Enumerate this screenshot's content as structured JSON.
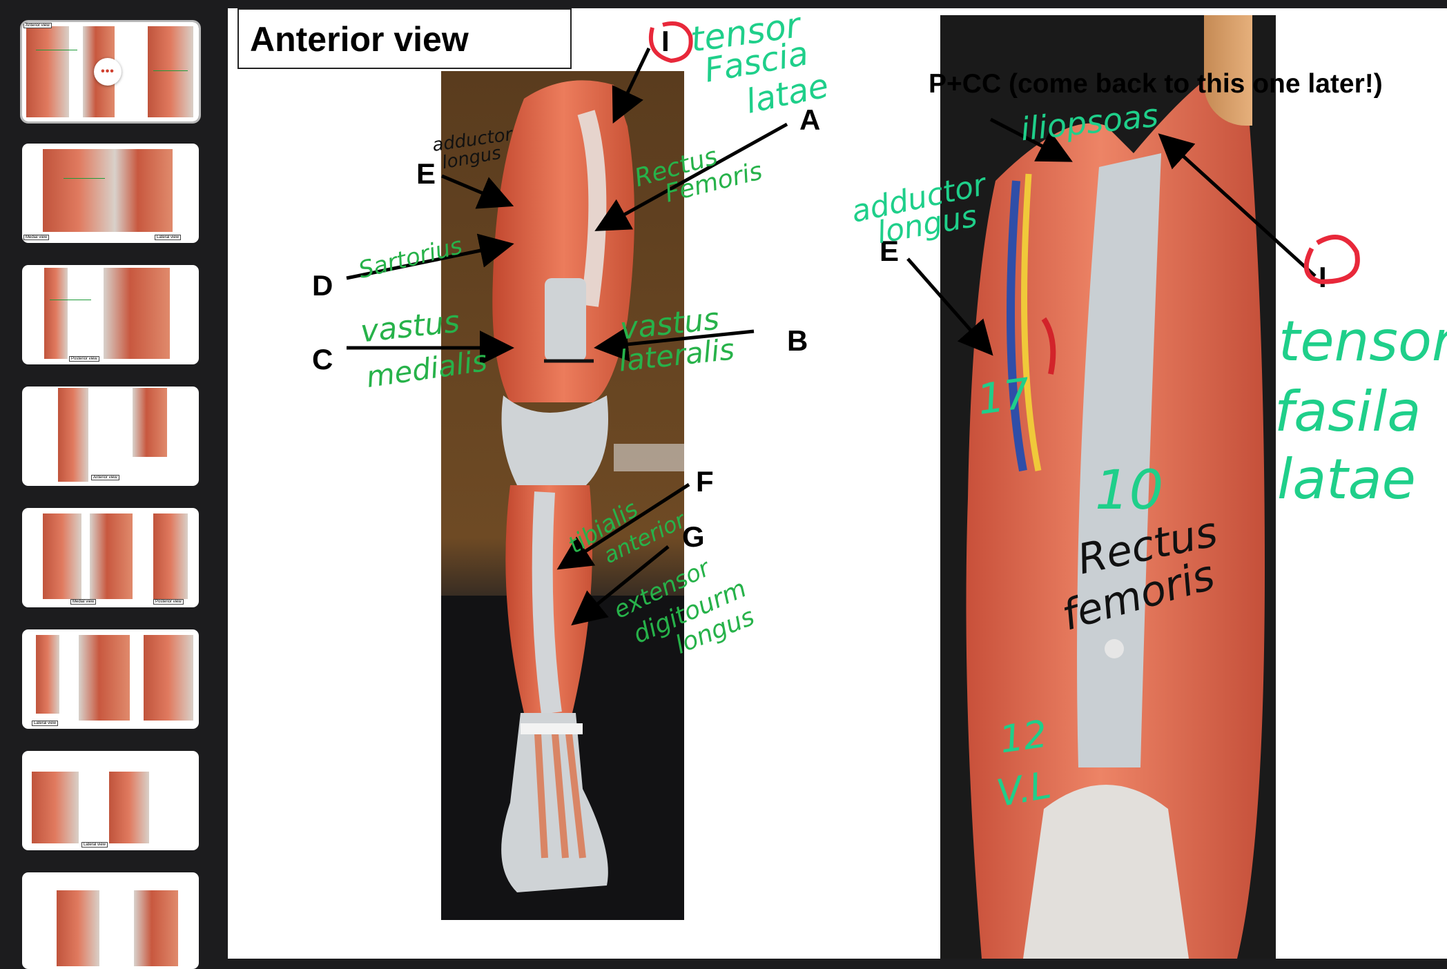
{
  "sidebar": {
    "slides": [
      {
        "caption": "Anterior view",
        "selected": true
      },
      {
        "caption": "Medial view",
        "caption2": "Lateral view"
      },
      {
        "caption": "Posterior view"
      },
      {
        "caption": "Anterior view"
      },
      {
        "caption": "Medial view",
        "caption2": "Posterior view"
      },
      {
        "caption": "Lateral view"
      },
      {
        "caption": "Lateral view"
      },
      {
        "caption": ""
      }
    ],
    "more_label": "•••"
  },
  "slide": {
    "title": "Anterior view",
    "subtitle": "P+CC (come back to this one later!)",
    "letters": {
      "I_left": "I",
      "A": "A",
      "E_left": "E",
      "D": "D",
      "C": "C",
      "B": "B",
      "F": "F",
      "G": "G",
      "E_right": "E",
      "I_right": "I"
    },
    "annotations_left": {
      "tensor": "tensor",
      "fascia": "Fascia",
      "latae": "latae",
      "adductor": "adductor",
      "longus": "longus",
      "rectus": "Rectus",
      "femoris": "Femoris",
      "sartorius": "Sartorius",
      "vastus_medialis_1": "vastus",
      "vastus_medialis_2": "medialis",
      "vastus_lateralis_1": "vastus",
      "vastus_lateralis_2": "lateralis",
      "tibialis": "tibialis",
      "anterior": "anterior",
      "extensor": "extensor",
      "digitorum": "digitourm",
      "longus2": "longus"
    },
    "annotations_right": {
      "iliopsoas": "iliopsoas",
      "adductor": "adductor",
      "longus": "longus",
      "num17": "17",
      "num10": "10",
      "rectus": "Rectus",
      "femoris": "femoris",
      "num12": "12",
      "vl": "V.L",
      "tensor": "tensor",
      "fasila": "fasila",
      "latae": "latae"
    },
    "colors": {
      "muscle": "#e0694d",
      "tendon": "#cfd3d6",
      "handwriting_teal": "#1fcf8a",
      "handwriting_green": "#27b24a",
      "circle_red": "#e8283a"
    }
  }
}
